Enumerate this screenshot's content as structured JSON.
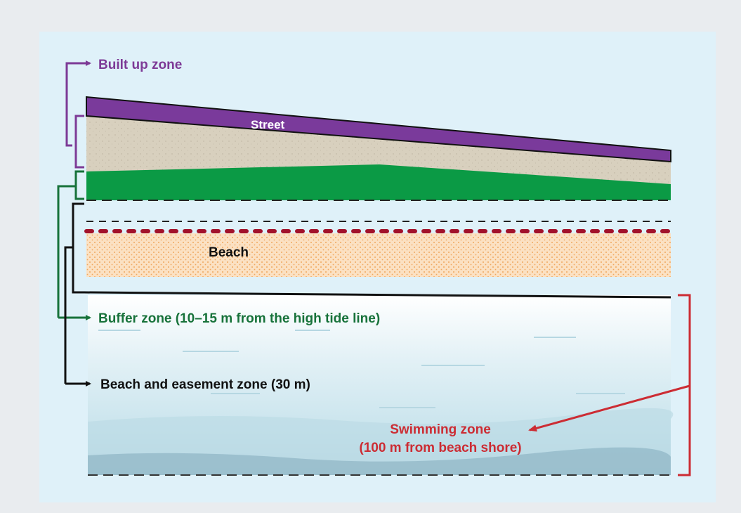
{
  "labels": {
    "built_up_zone": "Built up zone",
    "street": "Street",
    "beach": "Beach",
    "buffer_zone": "Buffer zone (10–15 m from the high tide line)",
    "beach_easement_zone": "Beach and easement zone (30 m)",
    "swimming_zone_line1": "Swimming zone",
    "swimming_zone_line2": "(100 m from beach shore)"
  },
  "colors": {
    "page_bg": "#e9ecef",
    "panel_bg": "#dff1f9",
    "built_up": "#7d3a96",
    "street": "#7a3a9b",
    "sand_road": "#d8d0be",
    "buffer": "#0b9a45",
    "buffer_label": "#17723a",
    "beach_sand": "#fbe1c3",
    "beach_dots": "#f0a860",
    "high_tide_dash": "#a2122b",
    "easement": "#111111",
    "swimming": "#cc2c33",
    "sea_light": "#f2f8fb",
    "sea_mid": "#c5e4ee",
    "sea_dark": "#7fa7b8"
  }
}
